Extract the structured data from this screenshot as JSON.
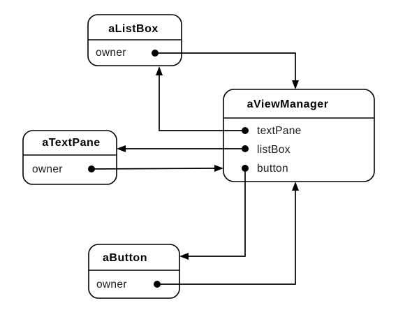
{
  "diagram": {
    "kind": "object-diagram",
    "colors": {
      "background": "#ffffff",
      "stroke": "#000000",
      "text": "#000000"
    },
    "nodes": [
      {
        "id": "aListBox",
        "title": "aListBox",
        "fields": [
          "owner"
        ]
      },
      {
        "id": "aViewManager",
        "title": "aViewManager",
        "fields": [
          "textPane",
          "listBox",
          "button"
        ]
      },
      {
        "id": "aTextPane",
        "title": "aTextPane",
        "fields": [
          "owner"
        ]
      },
      {
        "id": "aButton",
        "title": "aButton",
        "fields": [
          "owner"
        ]
      }
    ],
    "connections": [
      {
        "from": "aListBox.owner",
        "to": "aViewManager",
        "enters": "top"
      },
      {
        "from": "aViewManager.textPane",
        "to": "aListBox",
        "enters": "bottom"
      },
      {
        "from": "aViewManager.listBox",
        "to": "aTextPane",
        "enters": "right"
      },
      {
        "from": "aTextPane.owner",
        "to": "aViewManager",
        "enters": "left"
      },
      {
        "from": "aViewManager.button",
        "to": "aButton",
        "enters": "right"
      },
      {
        "from": "aButton.owner",
        "to": "aViewManager",
        "enters": "bottom"
      }
    ]
  }
}
